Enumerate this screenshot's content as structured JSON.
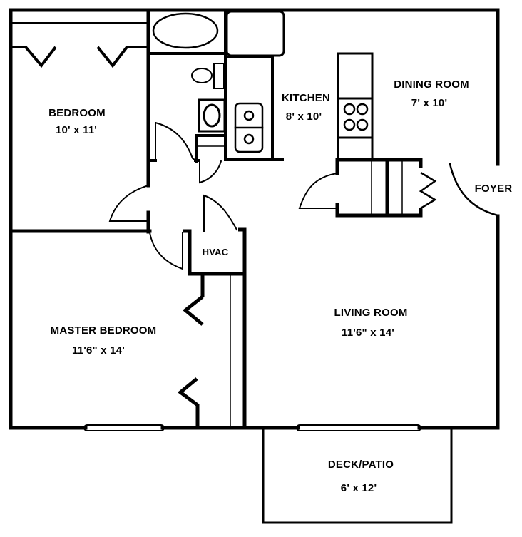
{
  "plan": {
    "colors": {
      "wall": "#000000",
      "background": "#ffffff"
    },
    "rooms": [
      {
        "id": "bedroom",
        "name": "BEDROOM",
        "size": "10' x 11'"
      },
      {
        "id": "kitchen",
        "name": "KITCHEN",
        "size": "8' x 10'"
      },
      {
        "id": "dining",
        "name": "DINING ROOM",
        "size": "7' x 10'"
      },
      {
        "id": "foyer",
        "name": "FOYER"
      },
      {
        "id": "hvac",
        "name": "HVAC"
      },
      {
        "id": "master",
        "name": "MASTER BEDROOM",
        "size": "11'6\" x 14'"
      },
      {
        "id": "living",
        "name": "LIVING ROOM",
        "size": "11'6\" x 14'"
      },
      {
        "id": "patio",
        "name": "DECK/PATIO",
        "size": "6' x 12'"
      }
    ],
    "fixtures": [
      "bathtub",
      "toilet",
      "bathroom-sink",
      "refrigerator",
      "kitchen-sink",
      "stove",
      "closets",
      "sliding-glass-doors"
    ]
  }
}
